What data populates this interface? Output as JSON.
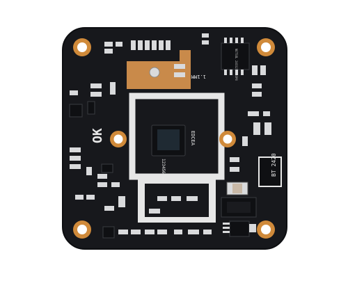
{
  "colors": {
    "background": "#ffffff",
    "pcb": "#17181c",
    "pcb_edge": "#0d0e11",
    "silkscreen": "#e8e8e8",
    "pad": "#d9dadc",
    "copper": "#c98a4a",
    "gold_ring": "#d08a3a",
    "ic": "#0f1013",
    "sensor_die": "#1f2a33"
  },
  "board": {
    "logo_text": "OK",
    "sensor_code": "EDCEA",
    "sensor_serial": "123456789",
    "mark_text": "1.1MM",
    "inductor_text": "BT\n2420",
    "chip_text": "NETSOL 24C02 TSSOP8"
  },
  "icons": {
    "mount_hole": "gold-ring-hole-icon",
    "component": "smd-component-icon"
  }
}
